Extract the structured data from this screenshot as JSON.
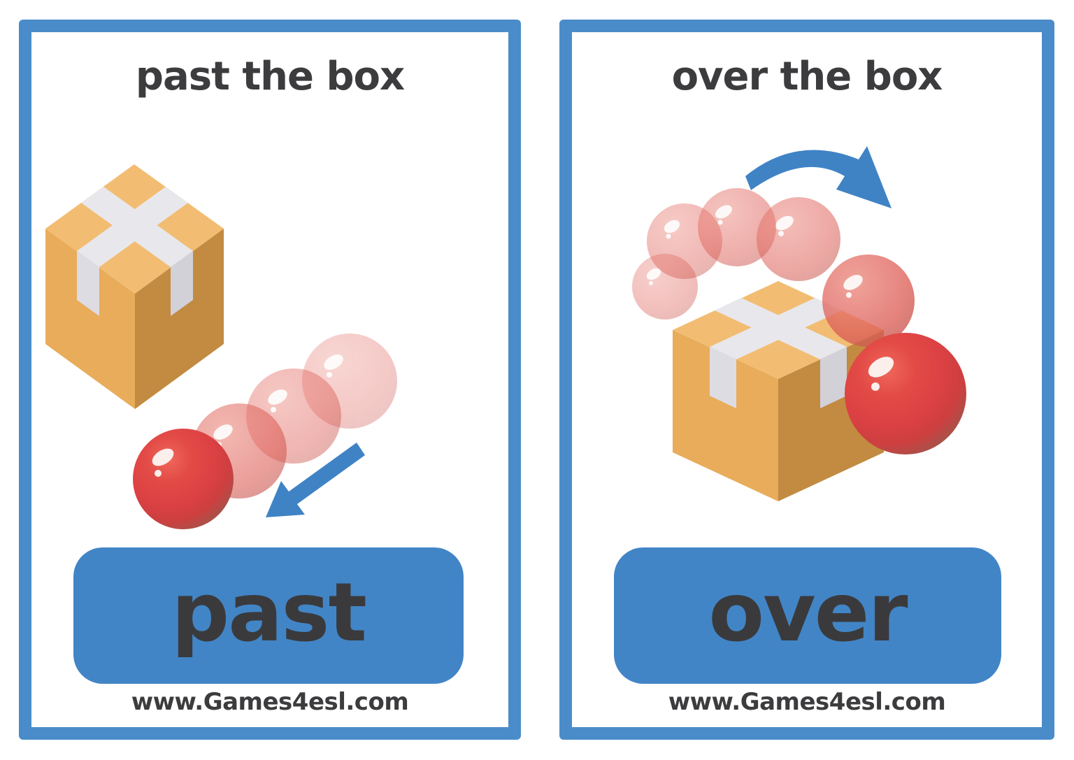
{
  "cards": [
    {
      "title": "past the box",
      "word": "past",
      "website": "www.Games4esl.com",
      "illustration": {
        "description": "red ball with motion trail moving past a taped cardboard box",
        "ball_count": 4,
        "arrow": "straight arrow pointing down-left"
      }
    },
    {
      "title": "over the box",
      "word": "over",
      "website": "www.Games4esl.com",
      "illustration": {
        "description": "red ball with motion trail arcing over a taped cardboard box",
        "ball_count": 6,
        "arrow": "curved arrow pointing up and right"
      }
    }
  ],
  "colors": {
    "background": "#FFFFFF",
    "card_border": "#4A8CC9",
    "word_panel": "#4285C6",
    "arrow": "#3F83C5",
    "text": "#3C3C3E",
    "box_top": "#F2BD72",
    "box_left": "#E8AC5A",
    "box_right": "#C28B41",
    "tape_light": "#E8E7EC",
    "tape_shade_left": "#DDDCE2",
    "tape_shade_right": "#D2D1D8",
    "ball_red": "#DC4143",
    "ball_trail": "#E06158"
  }
}
